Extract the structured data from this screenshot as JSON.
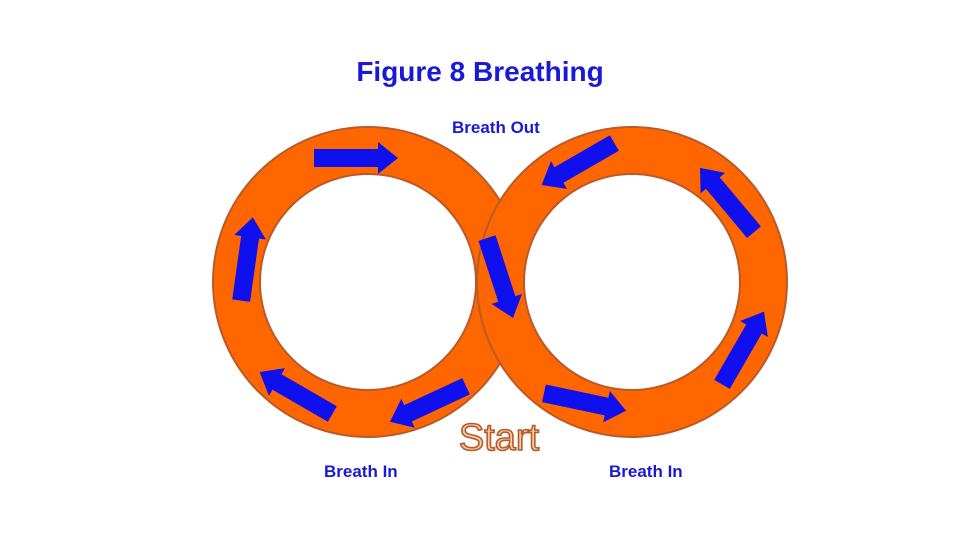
{
  "title": "Figure 8 Breathing",
  "labels": {
    "top": "Breath Out",
    "bottom_left": "Breath In",
    "bottom_right": "Breath In",
    "start": "Start"
  },
  "colors": {
    "ring_fill": "#ff6600",
    "ring_stroke": "#b85a2a",
    "arrow": "#1010ee",
    "text": "#1a1ad6",
    "start_fill": "#f4d0a8",
    "start_stroke": "#b85a2a"
  },
  "icons": {
    "arrow": "arrow-icon"
  }
}
